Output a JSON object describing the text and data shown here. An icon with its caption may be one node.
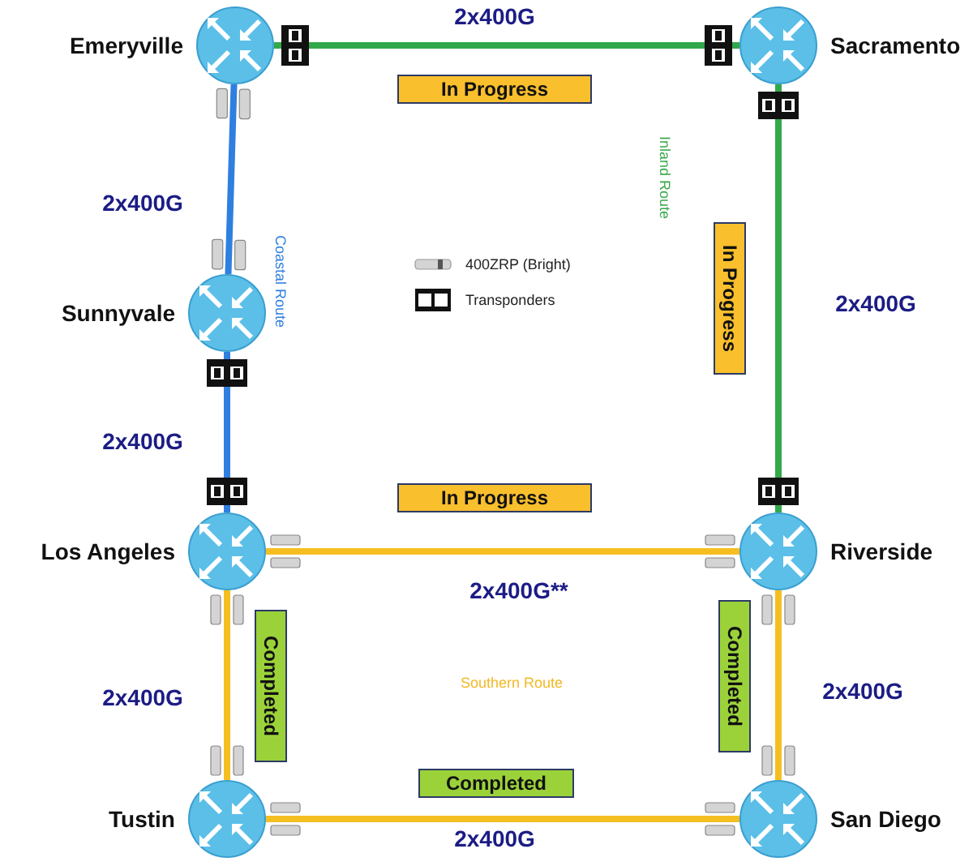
{
  "diagram": {
    "nodes": [
      {
        "text": [
          "Emeryville"
        ]
      },
      {
        "text": [
          "In Progress"
        ]
      },
      {
        "text": [
          "Sacramento"
        ]
      },
      {
        "text": [
          "Sunnyvale"
        ]
      },
      {
        "text": [
          "In Progress"
        ]
      },
      {
        "text": [
          "In Progress"
        ]
      },
      {
        "text": [
          "Los Angeles"
        ]
      },
      {
        "text": [
          "Riverside"
        ]
      },
      {
        "text": [
          "Completed"
        ]
      },
      {
        "text": [
          "Completed"
        ]
      },
      {
        "text": [
          "Completed"
        ]
      },
      {
        "text": [
          "Tustin"
        ]
      },
      {
        "text": [
          "San Diego"
        ]
      }
    ],
    "edges": [
      {
        "from": 0,
        "to": 2,
        "arrow": "none",
        "label": "2x400G",
        "color": "#33a84a"
      },
      {
        "from": 0,
        "to": 3,
        "arrow": "none",
        "label": "2x400G",
        "color": "#2f7fe0"
      },
      {
        "from": 3,
        "to": 6,
        "arrow": "none",
        "label": "2x400G",
        "color": "#2f7fe0"
      },
      {
        "from": 2,
        "to": 7,
        "arrow": "none",
        "label": "2x400G",
        "color": "#33a84a"
      },
      {
        "from": 6,
        "to": 7,
        "arrow": "none",
        "label": "2x400G**"
      },
      {
        "from": 6,
        "to": 11,
        "arrow": "none",
        "label": "2x400G"
      },
      {
        "from": 7,
        "to": 12,
        "arrow": "none",
        "label": "2x400G"
      },
      {
        "from": 11,
        "to": 12,
        "arrow": "none",
        "label": "2x400G"
      }
    ],
    "labels": [
      "Inland Route",
      "Coastal Route",
      "Southern Route"
    ],
    "legend": [
      {
        "text": "400ZRP (Bright)"
      },
      {
        "text": "Transponders"
      }
    ]
  }
}
